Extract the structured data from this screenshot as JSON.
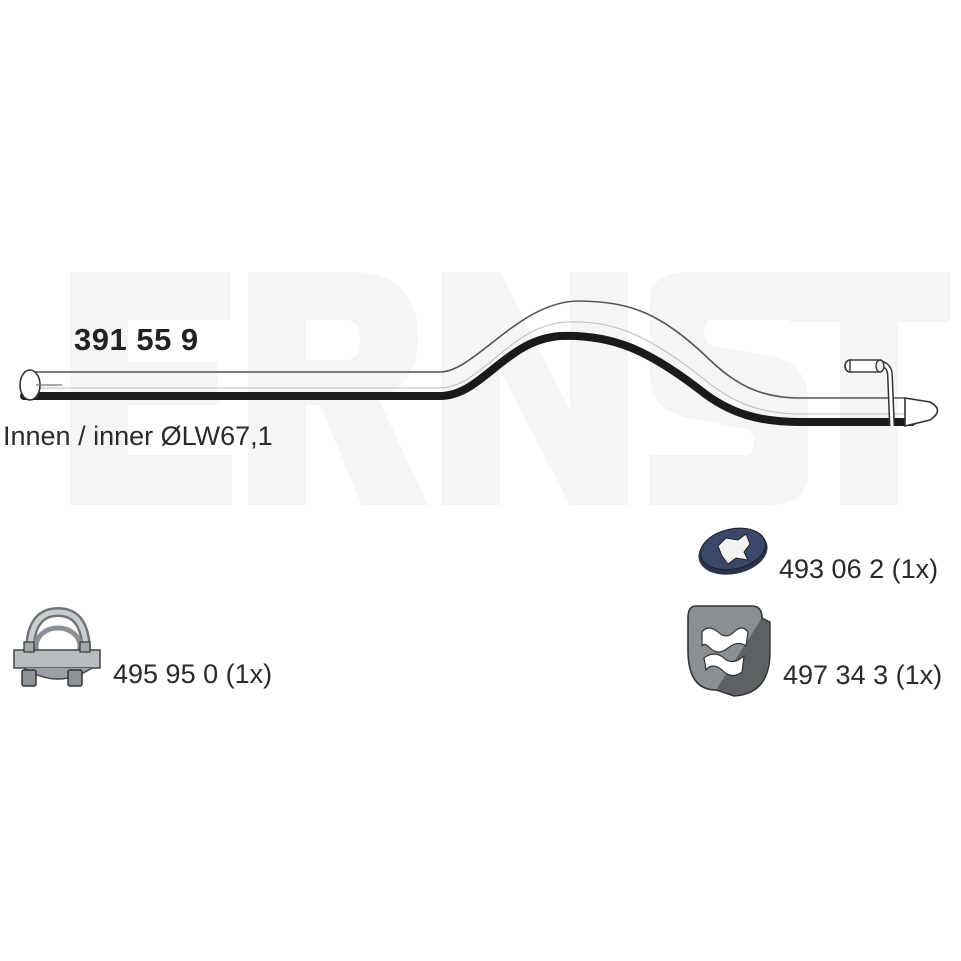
{
  "diagram": {
    "main_part": {
      "number": "391 55 9"
    },
    "inner_diameter": "Innen / inner ØLW67,1",
    "parts": [
      {
        "number": "495 95 0 (1x)",
        "icon": "exhaust-clamp-icon"
      },
      {
        "number": "493 06 2 (1x)",
        "icon": "lock-washer-icon"
      },
      {
        "number": "497 34 3 (1x)",
        "icon": "rubber-hanger-icon"
      }
    ],
    "watermark": "ERNST",
    "colors": {
      "pipe_outline": "#1a1a1a",
      "pipe_fill": "#ffffff",
      "watermark": "#f6f6f6",
      "washer": "#3c4869",
      "hanger_body": "#8a8f94",
      "clamp_metal": "#b5b9bd",
      "text": "#2a2a2a"
    }
  }
}
